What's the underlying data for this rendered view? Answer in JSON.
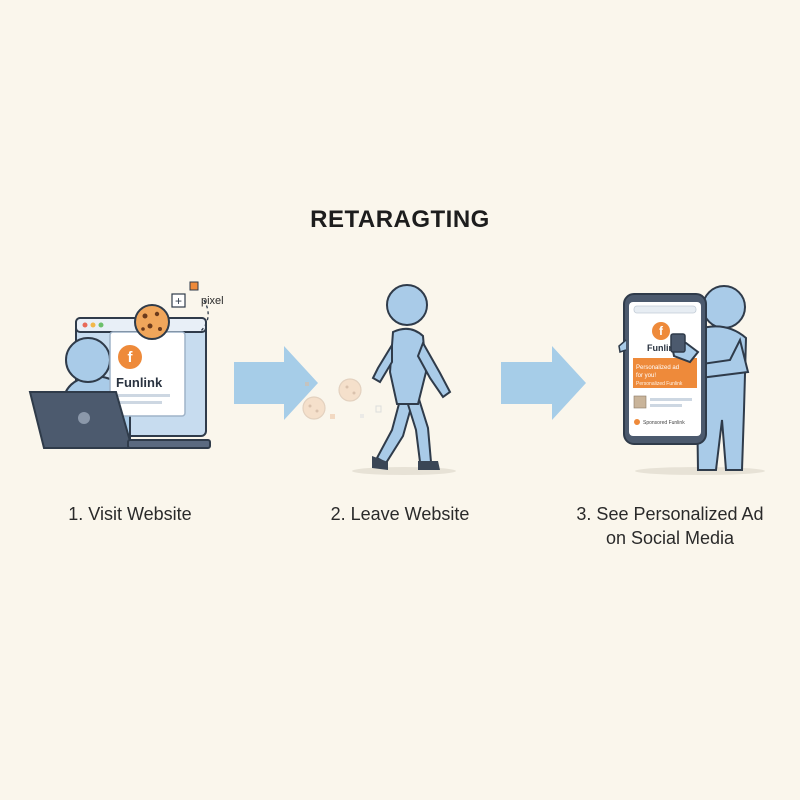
{
  "title": "RETARAGTING",
  "steps": [
    {
      "label": "1. Visit Website"
    },
    {
      "label": "2. Leave Website"
    },
    {
      "label_line1": "3. See Personalized Ad",
      "label_line2": "on Social Media"
    }
  ],
  "website": {
    "brand_logo_letter": "f",
    "brand_name": "Funlink",
    "pixel_label": "pixel",
    "plus_symbol": "+"
  },
  "phone_ad": {
    "brand_logo_letter": "f",
    "brand_name": "Funlink",
    "ad_line1": "Personalized ad",
    "ad_line2": "for you!",
    "ad_sub": "Personalized Funlink",
    "footer_text": "Sponsored Funlink"
  },
  "colors": {
    "background": "#faf6ec",
    "figure_blue": "#a9cbe8",
    "outline": "#2f3b4a",
    "arrow_blue": "#a6cde8",
    "brand_orange": "#ee8a3a",
    "laptop_dark": "#4c5a6e"
  },
  "icons": [
    "cookie-icon",
    "pixel-tracker-icon",
    "laptop-icon",
    "person-icon",
    "phone-icon",
    "arrow-right-icon"
  ]
}
